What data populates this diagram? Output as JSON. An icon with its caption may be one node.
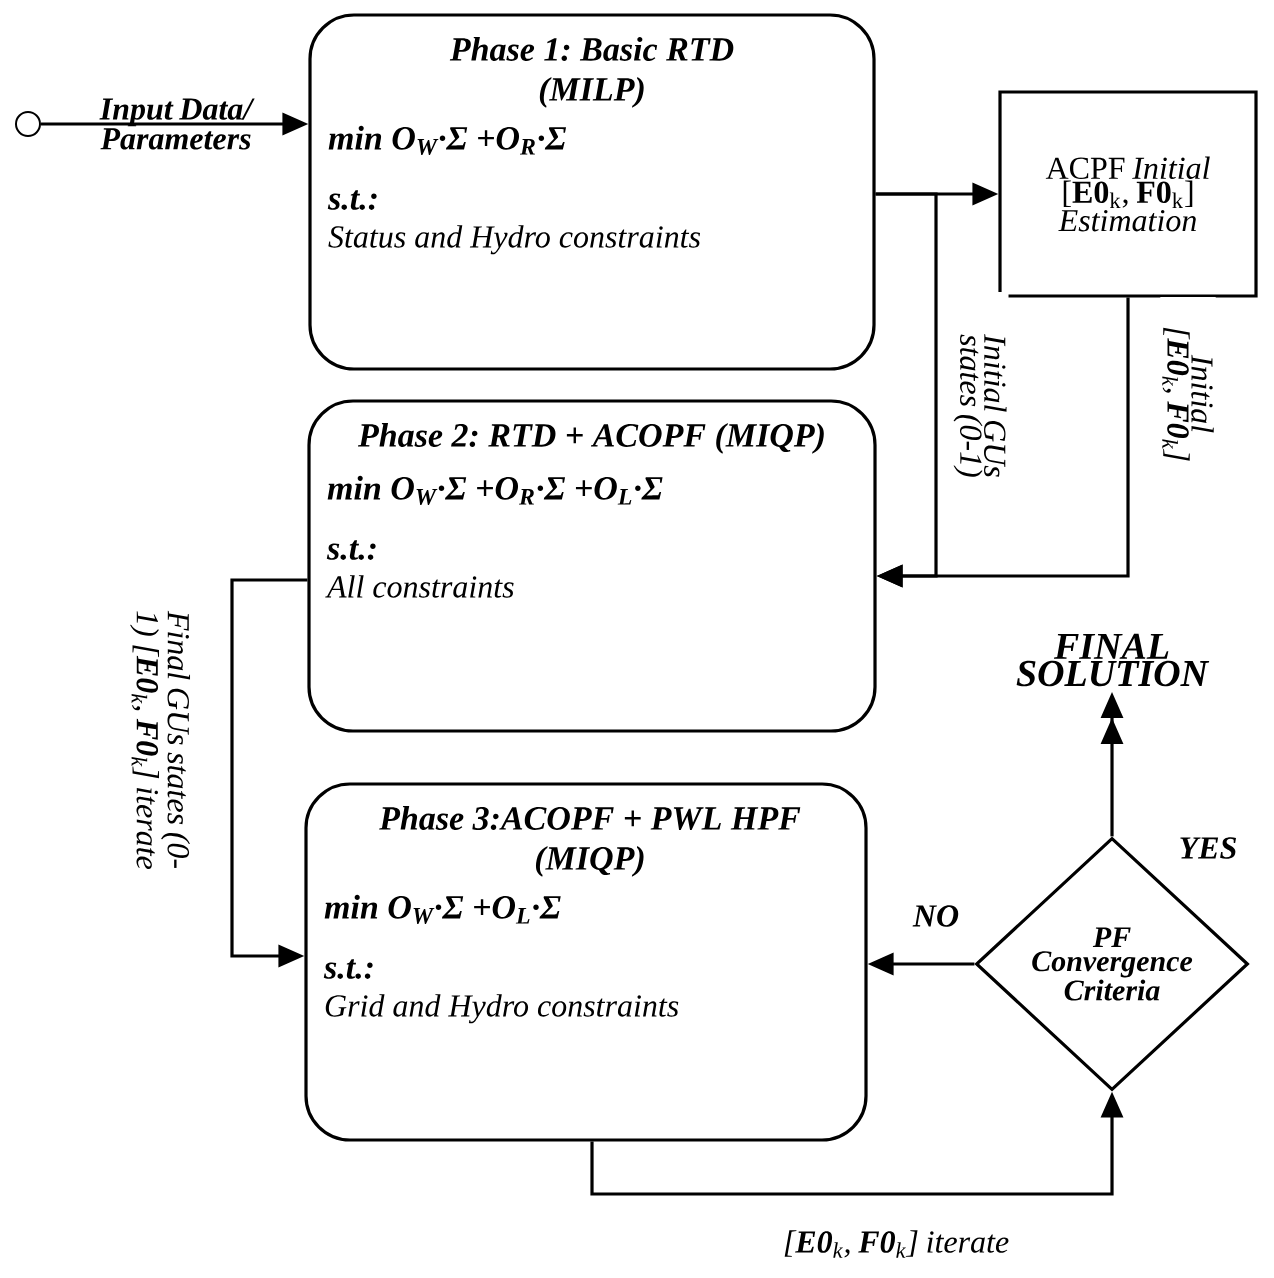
{
  "diagram": {
    "nodes": [
      {
        "text": [],
        "shape": "circle"
      },
      {
        "text": [
          "Phase 1: Basic RTD (MILP)",
          "min O$_{W}$·Σ +O$_{R}$·Σ",
          "s.t.:",
          "Status and Hydro constraints"
        ]
      },
      {
        "text": [
          "ACPF *Initial* [**E0**$_{k}$, **F0**$_{k}$] *Estimation*"
        ]
      },
      {
        "text": [
          "Phase 2: RTD + ACOPF (MIQP)",
          "min O$_{W}$·Σ +O$_{R}$·Σ +O$_{L}$·Σ",
          "s.t.:",
          "All constraints"
        ]
      },
      {
        "text": [
          "FINAL SOLUTION"
        ]
      },
      {
        "text": [
          "Phase 3:ACOPF + PWL HPF (MIQP)",
          "min O$_{W}$·Σ  +O$_{L}$·Σ",
          "s.t.:",
          "Grid and Hydro constraints"
        ]
      },
      {
        "text": [
          "PF Convergence Criteria"
        ]
      }
    ],
    "edges": [
      {
        "from": 0,
        "to": 1,
        "arrow": "to",
        "label": "Input Data/ Parameters"
      },
      {
        "from": 1,
        "to": 2,
        "arrow": "to"
      },
      {
        "from": 1,
        "to": 3,
        "arrow": "to",
        "label": "Initial GUs states (0-1)"
      },
      {
        "from": 2,
        "to": 3,
        "arrow": "to",
        "label": "Initial [**E0**$_{k}$, **F0**$_{k}$]"
      },
      {
        "from": 3,
        "to": 5,
        "arrow": "to",
        "label": "Final GUs states (0-1) [**E0**$_{k}$, **F0**$_{k}$] iterate"
      },
      {
        "from": 5,
        "to": 6,
        "arrow": "to",
        "label": "[**E0**$_{k}$, **F0**$_{k}$] iterate"
      },
      {
        "from": 6,
        "to": 5,
        "arrow": "to",
        "label": "NO"
      },
      {
        "from": 6,
        "to": 4,
        "arrow": "to",
        "label": "YES"
      }
    ]
  }
}
